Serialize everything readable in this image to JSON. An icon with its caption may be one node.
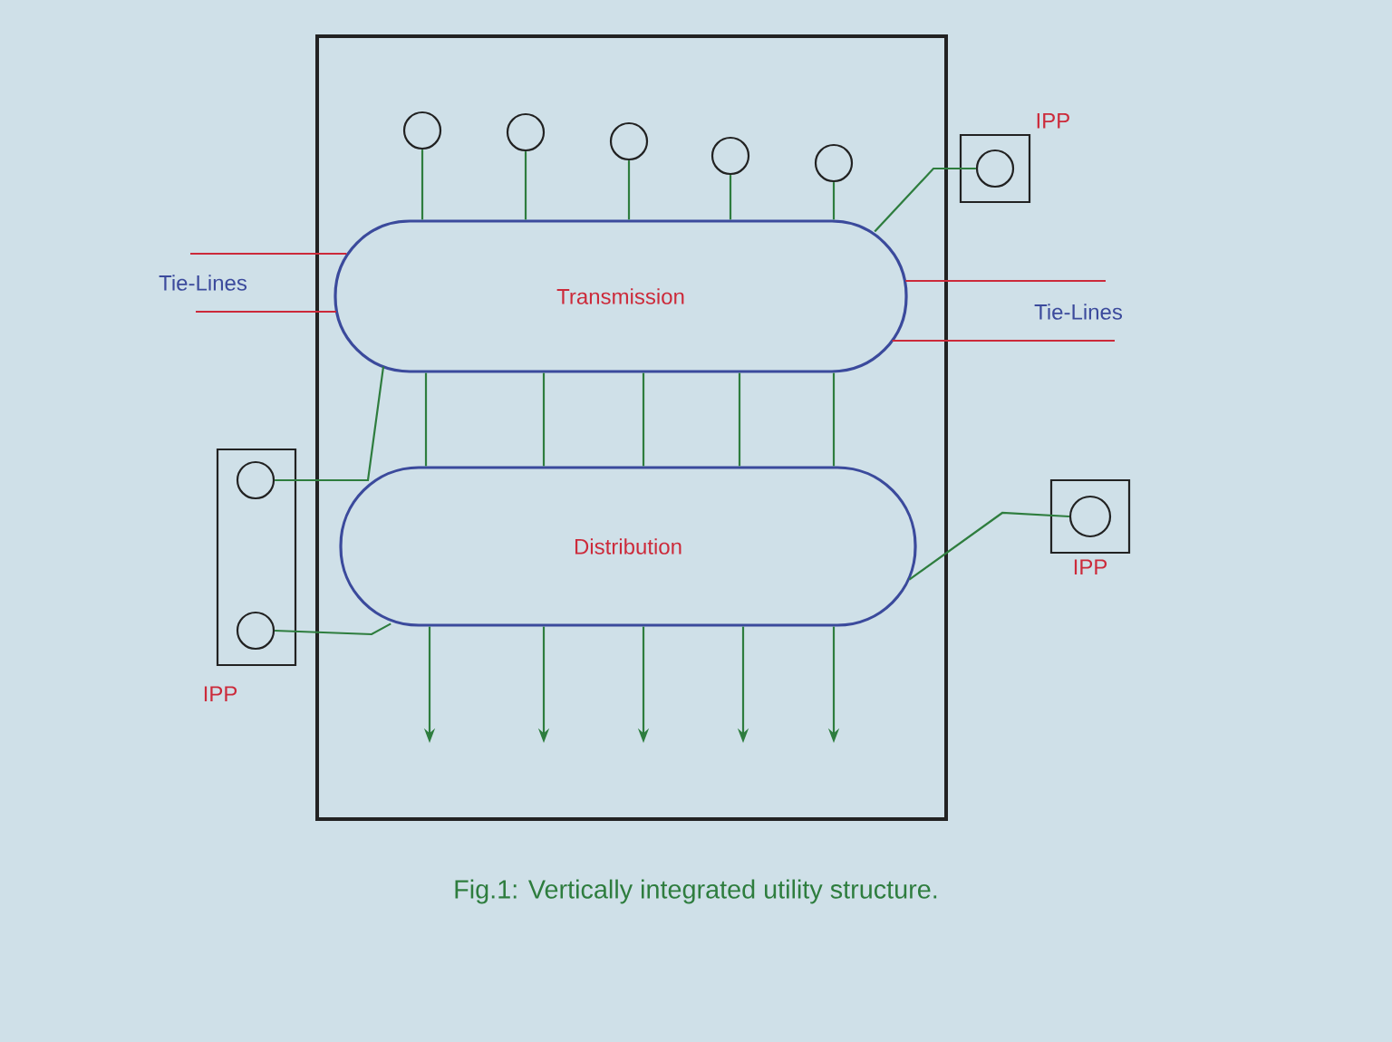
{
  "diagram": {
    "caption": "Fig.1: Vertically integrated utility structure.",
    "nodes": [
      {
        "text": [],
        "shape": "box"
      },
      {
        "text": [],
        "shape": "circle",
        "in": 0
      },
      {
        "text": [],
        "shape": "circle",
        "in": 0
      },
      {
        "text": [],
        "shape": "circle",
        "in": 0
      },
      {
        "text": [],
        "shape": "circle",
        "in": 0
      },
      {
        "text": [],
        "shape": "circle",
        "in": 0
      },
      {
        "text": [
          "Transmission"
        ],
        "in": 0
      },
      {
        "text": [
          "Distribution"
        ],
        "in": 0
      },
      {
        "text": [
          "IPP"
        ]
      },
      {
        "text": [],
        "shape": "circle",
        "in": 8
      },
      {
        "text": [
          "IPP"
        ]
      },
      {
        "text": [],
        "shape": "circle",
        "in": 10
      },
      {
        "text": [
          "IPP"
        ]
      },
      {
        "text": [],
        "shape": "circle",
        "in": 12
      },
      {
        "text": [],
        "shape": "circle",
        "in": 12
      }
    ],
    "edges": [
      {
        "from": 1,
        "to": 6,
        "arrow": "none"
      },
      {
        "from": 2,
        "to": 6,
        "arrow": "none"
      },
      {
        "from": 3,
        "to": 6,
        "arrow": "none"
      },
      {
        "from": 4,
        "to": 6,
        "arrow": "none"
      },
      {
        "from": 5,
        "to": 6,
        "arrow": "none"
      },
      {
        "from": 6,
        "to": 7,
        "arrow": "none"
      },
      {
        "from": 6,
        "to": 7,
        "arrow": "none"
      },
      {
        "from": 6,
        "to": 7,
        "arrow": "none"
      },
      {
        "from": 6,
        "to": 7,
        "arrow": "none"
      },
      {
        "from": 6,
        "to": 7,
        "arrow": "none"
      },
      {
        "from": 7,
        "to": null,
        "arrow": "to"
      },
      {
        "from": 7,
        "to": null,
        "arrow": "to"
      },
      {
        "from": 7,
        "to": null,
        "arrow": "to"
      },
      {
        "from": 7,
        "to": null,
        "arrow": "to"
      },
      {
        "from": 7,
        "to": null,
        "arrow": "to"
      },
      {
        "from": 9,
        "to": 6,
        "arrow": "none"
      },
      {
        "from": 11,
        "to": 7,
        "arrow": "none"
      },
      {
        "from": 13,
        "to": 6,
        "arrow": "none"
      },
      {
        "from": 14,
        "to": 7,
        "arrow": "none"
      },
      {
        "from": null,
        "to": 6,
        "arrow": "none",
        "color": "#cc2a3a"
      },
      {
        "from": null,
        "to": 6,
        "arrow": "none",
        "color": "#cc2a3a"
      },
      {
        "from": null,
        "to": 6,
        "arrow": "none",
        "color": "#cc2a3a"
      },
      {
        "from": null,
        "to": 6,
        "arrow": "none",
        "color": "#cc2a3a"
      }
    ],
    "labels": [
      "Tie-Lines",
      "Tie-Lines"
    ]
  }
}
